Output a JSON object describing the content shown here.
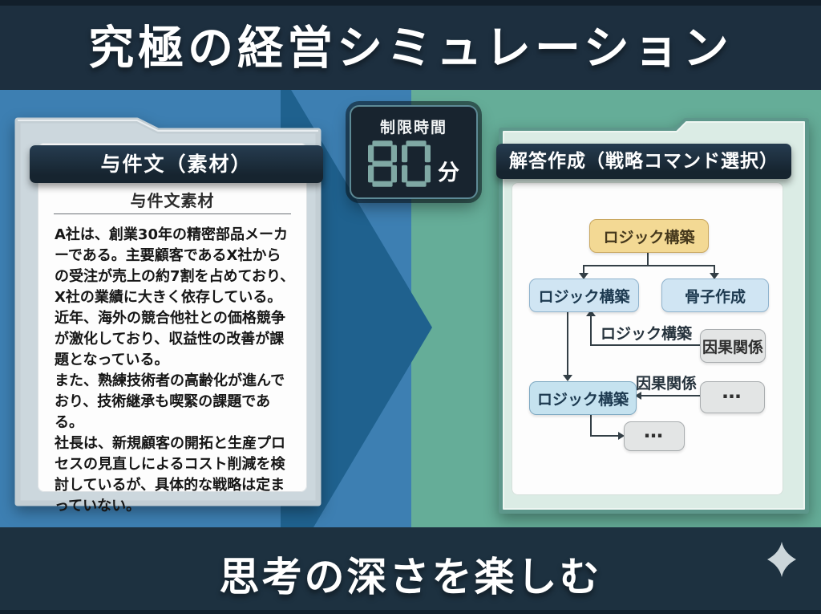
{
  "page": {
    "title": "究極の経営シミュレーション",
    "tagline": "思考の深さを楽しむ"
  },
  "timer": {
    "label": "制限時間",
    "value": "80",
    "unit": "分",
    "digit_color": "#7fa8a4"
  },
  "left_panel": {
    "header": "与件文（素材）",
    "card_title": "与件文素材",
    "paragraphs": [
      "A社は、創業30年の精密部品メーカーである。主要顧客であるX社からの受注が売上の約7割を占めており、X社の業績に大きく依存している。",
      "近年、海外の競合他社との価格競争が激化しており、収益性の改善が課題となっている。",
      "また、熟練技術者の高齢化が進んでおり、技術継承も喫緊の課題である。",
      "社長は、新規顧客の開拓と生産プロセスの見直しによるコスト削減を検討しているが、具体的な戦略は定まっていない。"
    ]
  },
  "right_panel": {
    "header": "解答作成（戦略コマンド選択）",
    "flowchart": {
      "nodes": {
        "root": {
          "label": "ロジック構築"
        },
        "branch_left": {
          "label": "ロジック構築"
        },
        "branch_right": {
          "label": "骨子作成"
        },
        "cause": {
          "label": "因果関係"
        },
        "logic_bottom": {
          "label": "ロジック構築"
        },
        "dots_right": {
          "label": "…"
        },
        "dots_bottom": {
          "label": "…"
        }
      },
      "edge_labels": {
        "logic": "ロジック構築",
        "cause": "因果関係"
      }
    }
  },
  "colors": {
    "banner": "#1d2f3f",
    "bg_blue": "#3d7fb2",
    "bg_teal": "#65ad98",
    "arrow_dark_blue": "#1f618e",
    "header_bar": "#16242f",
    "timer_border": "#5d8a96",
    "node_yellow": "#f3d994",
    "node_blue": "#d0e5f3",
    "node_gray": "#e3e5e5",
    "sparkle": "#ccd6da"
  }
}
